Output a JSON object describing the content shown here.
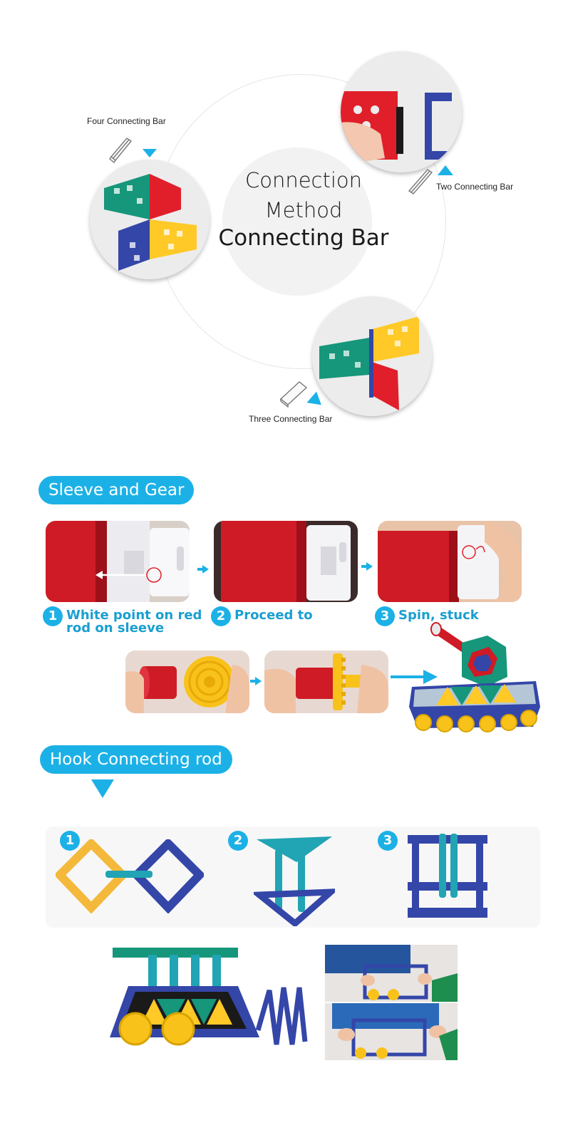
{
  "connection": {
    "title_line1": "Connection",
    "title_line2": "Method",
    "title_line3": "Connecting Bar",
    "four_label": "Four Connecting Bar",
    "two_label": "Two Connecting Bar",
    "three_label": "Three Connecting Bar"
  },
  "sleeve_gear": {
    "heading": "Sleeve and Gear",
    "steps": [
      {
        "number": "1",
        "line1": "White point on red",
        "line2": "rod on sleeve"
      },
      {
        "number": "2",
        "line1": "Proceed to",
        "line2": ""
      },
      {
        "number": "3",
        "line1": "Spin, stuck",
        "line2": ""
      }
    ]
  },
  "hook": {
    "heading": "Hook Connecting rod",
    "steps": [
      "1",
      "2",
      "3"
    ]
  },
  "colors": {
    "accent_blue": "#1cb1e6",
    "caption_blue": "#1a9fd0",
    "piece_red": "#e01f2b",
    "piece_green": "#16967a",
    "piece_yellow": "#ffc928",
    "piece_blue": "#3446a8",
    "piece_teal": "#21a4b3",
    "piece_orange": "#f4b93a"
  }
}
